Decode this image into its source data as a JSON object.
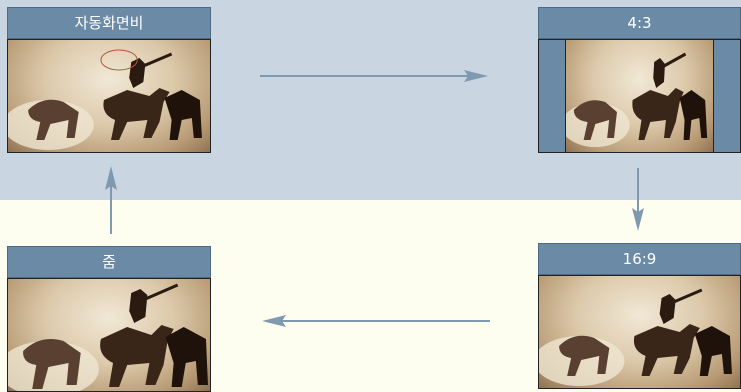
{
  "panels": {
    "auto": {
      "title": "자동화면비"
    },
    "four_three": {
      "title": "4:3"
    },
    "sixteen_nine": {
      "title": "16:9"
    },
    "zoom": {
      "title": "줌"
    }
  },
  "colors": {
    "top_band": "#c9d6e2",
    "bottom_band": "#fefef0",
    "title_bar": "#6b8aa5",
    "arrow": "#7e99b0"
  }
}
